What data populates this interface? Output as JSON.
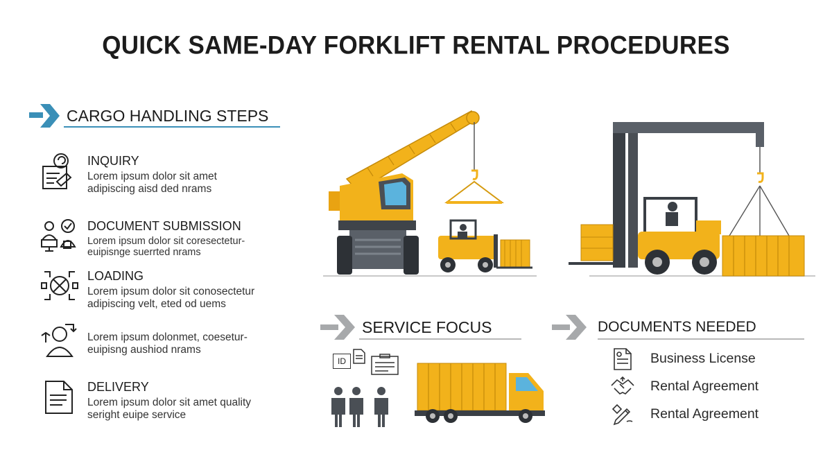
{
  "title": "QUICK SAME-DAY FORKLIFT RENTAL PROCEDURES",
  "colors": {
    "accent_blue": "#3a8fb7",
    "machine_yellow": "#f2b21b",
    "machine_dark": "#4a4f55",
    "gray_arrow": "#a7a9ab"
  },
  "cargo": {
    "heading": "CARGO HANDLING STEPS",
    "steps": [
      {
        "icon": "inquiry-form-icon",
        "title": "INQUIRY",
        "line1": "Lorem ipsum dolor  sit  amet",
        "line2": "adipiscing  aisd  ded nrams"
      },
      {
        "icon": "people-document-icon",
        "title": "DOCUMENT SUBMISSION",
        "line1": "Lorem ipsum dolor sit coresectetur-",
        "line2": "euipisnge suerrted nrams"
      },
      {
        "icon": "loading-network-icon",
        "title": "LOADING",
        "line1": "Lorem ipsum dolor sit conosectetur",
        "line2": "adipiscing  velt,  eted od uems"
      },
      {
        "icon": "person-process-icon",
        "title": "",
        "line1": "Lorem ipsum dolonmet, coesetur-",
        "line2": "euipisng  aushiod nrams"
      },
      {
        "icon": "delivery-document-icon",
        "title": "DELIVERY",
        "line1": "Lorem ipsum dolor sit amet quality",
        "line2": "seright  euipe service"
      }
    ]
  },
  "service": {
    "heading": "SERVICE FOCUS",
    "id_label": "ID"
  },
  "documents": {
    "heading": "DOCUMENTS NEEDED",
    "items": [
      {
        "icon": "license-document-icon",
        "label": "Business License"
      },
      {
        "icon": "handshake-icon",
        "label": "Rental Agreement"
      },
      {
        "icon": "signing-pen-icon",
        "label": "Rental Agreement"
      }
    ]
  }
}
